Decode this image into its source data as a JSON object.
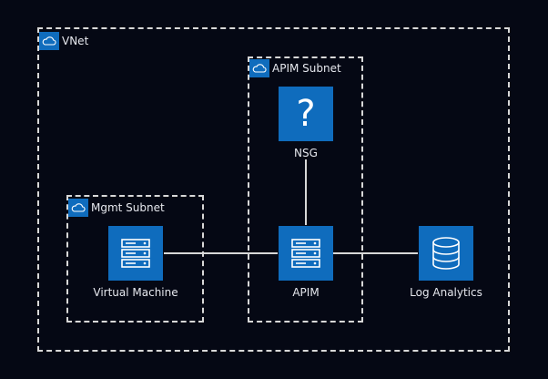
{
  "groups": {
    "vnet": {
      "label": "VNet",
      "icon": "cloud-icon"
    },
    "apim_subnet": {
      "label": "APIM Subnet",
      "icon": "cloud-icon"
    },
    "mgmt_subnet": {
      "label": "Mgmt Subnet",
      "icon": "cloud-icon"
    }
  },
  "nodes": {
    "nsg": {
      "label": "NSG",
      "icon": "question-mark-icon"
    },
    "virtual_machine": {
      "label": "Virtual Machine",
      "icon": "server-icon"
    },
    "apim": {
      "label": "APIM",
      "icon": "server-icon"
    },
    "log_analytics": {
      "label": "Log Analytics",
      "icon": "database-icon"
    }
  },
  "edges": [
    {
      "from": "Virtual Machine",
      "to": "APIM"
    },
    {
      "from": "APIM",
      "to": "Log Analytics"
    },
    {
      "from": "NSG",
      "to": "APIM"
    }
  ],
  "colors": {
    "background": "#050814",
    "node_fill": "#0f6cbd",
    "border": "#d8d8d8",
    "text": "#e6e8ee"
  }
}
